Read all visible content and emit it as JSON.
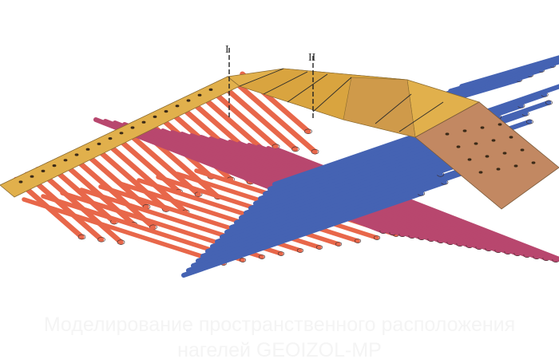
{
  "figure": {
    "section_markers": [
      "I",
      "II"
    ],
    "caption_lines": [
      "Моделирование пространственного расположения",
      "нагелей GEOIZOL-MP"
    ]
  },
  "colors": {
    "background": "#ffffff",
    "orange_nails": "#e8674a",
    "magenta_nails": "#b8476e",
    "blue_nails": "#4563b3",
    "crown_plate": "#e1b04c",
    "slope_plate": "#c28862",
    "plate_edge": "#8a6a30",
    "caption": "#f4f4f4"
  },
  "icons": [
    "section-marker-icon"
  ]
}
